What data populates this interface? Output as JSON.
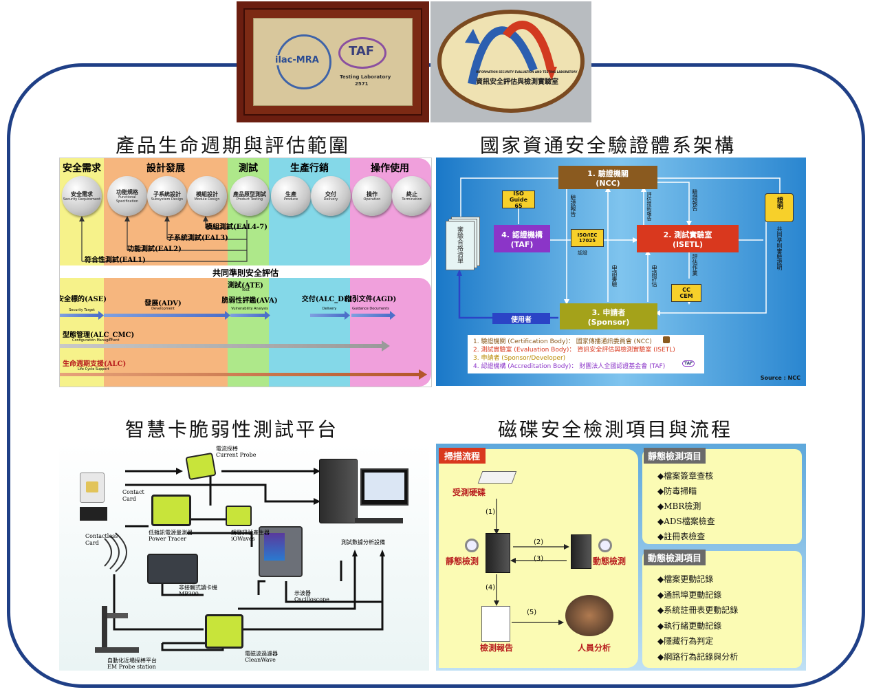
{
  "plaques": {
    "left": {
      "logo1": "ilac-MRA",
      "logo2": "TAF",
      "line1": "Testing Laboratory",
      "line2": "2571"
    },
    "right": {
      "line1": "INFORMATION SECURITY EVALUATION AND TESTING LABORATORY",
      "line2": "資訊安全評估與檢測實驗室"
    }
  },
  "sections": {
    "lifecycle_title": "產品生命週期與評估範圍",
    "nccarch_title": "國家資通安全驗證體系架構",
    "smartcard_title": "智慧卡脆弱性測試平台",
    "disk_title": "磁碟安全檢測項目與流程"
  },
  "lifecycle": {
    "phases": [
      "安全需求",
      "設計發展",
      "測試",
      "生產行銷",
      "操作使用"
    ],
    "circles": [
      {
        "zh": "安全需求",
        "en": "Security Requirement"
      },
      {
        "zh": "功能規格",
        "en": "Functional Specification"
      },
      {
        "zh": "子系統設計",
        "en": "Subsystem Design"
      },
      {
        "zh": "模組設計",
        "en": "Module Design"
      },
      {
        "zh": "產品原型測試",
        "en": "Product Testing"
      },
      {
        "zh": "生產",
        "en": "Produce"
      },
      {
        "zh": "交付",
        "en": "Delivery"
      },
      {
        "zh": "操作",
        "en": "Operation"
      },
      {
        "zh": "終止",
        "en": "Termination"
      }
    ],
    "eal": [
      "模組測試(EAL4-7)",
      "子系統測試(EAL3)",
      "功能測試(EAL2)",
      "符合性測試(EAL1)"
    ],
    "cc_title": "共同準則安全評估",
    "ate": {
      "zh": "測試(ATE)",
      "en": "Test"
    },
    "ase": {
      "zh": "安全標的(ASE)",
      "en": "Security Target"
    },
    "adv": {
      "zh": "發展(ADV)",
      "en": "Development"
    },
    "ava": {
      "zh": "脆弱性評鑑(AVA)",
      "en": "Vulnerability Analysis"
    },
    "alc_del": {
      "zh": "交付(ALC_DEL)",
      "en": "Delivery"
    },
    "agd": {
      "zh": "指引文件(AGD)",
      "en": "Guidance Documents"
    },
    "alc_cmc": {
      "zh": "型態管理(ALC_CMC)",
      "en": "Configuration Management"
    },
    "alc": {
      "zh": "生命週期支援(ALC)",
      "en": "Life Cycle Support"
    }
  },
  "ncc": {
    "ncc_box": {
      "zh": "1. 驗證機關",
      "en": "(NCC)"
    },
    "taf_box": {
      "zh": "4. 認證機構",
      "en": "(TAF)"
    },
    "isetl_box": {
      "zh": "2. 測試實驗室",
      "en": "(ISETL)"
    },
    "sponsor_box": {
      "zh": "3. 申請者",
      "en": "(Sponsor)"
    },
    "iso65": "ISO Guide 65",
    "iso17025": "ISO/IEC 17025",
    "cc_cem": "CC CEM",
    "user": "使用者",
    "cert_list": "審驗合格清單",
    "scroll": "證明",
    "labels": {
      "verify_report": "驗證報告",
      "eval_report": "評估技術報告",
      "verify_report2": "驗證報告",
      "accredit": "認證",
      "apply_review": "申請審驗",
      "apply_eval": "申請評估",
      "eval_work": "評估作業",
      "cc_cert": "共同準則審驗證明"
    },
    "legend": [
      "1. 驗證機關 (Certification Body)： 國家傳播通訊委員會 (NCC)",
      "2. 測試實驗室 (Evaluation Body)： 資訊安全評估與檢測實驗室 (ISETL)",
      "3. 申請者 (Sponsor/Developer)",
      "4. 認證機構 (Accreditation Body)： 財團法人全國認證基金會 (TAF)"
    ],
    "legend_colors": [
      "#8a5a1f",
      "#d9381e",
      "#b88a00",
      "#8b35c8"
    ],
    "taf_logo": "TAF",
    "source": "Source : NCC"
  },
  "smartcard": {
    "current_probe": [
      "電流探棒",
      "Current Probe"
    ],
    "contact_card": [
      "Contact",
      "Card"
    ],
    "contactless_card": [
      "Contactless",
      "Card"
    ],
    "power_tracer": [
      "低雜訊電源量測器",
      "Power Tracer"
    ],
    "iowaves": [
      "觸發訊號產生器",
      "iOWaves"
    ],
    "analysis": "測試數據分析設備",
    "mp300": [
      "非接觸式讀卡機",
      "MP300"
    ],
    "oscilloscope": [
      "示波器",
      "Oscilloscope"
    ],
    "cleanwave": [
      "電磁波過濾器",
      "CleanWave"
    ],
    "em_probe": [
      "自動化近場探棒平台",
      "EM Probe station"
    ]
  },
  "disk": {
    "scan_tag": "掃描流程",
    "target": "受測硬碟",
    "static": "靜態檢測",
    "dynamic": "動態檢測",
    "report": "檢測報告",
    "analyst": "人員分析",
    "steps": [
      "(1)",
      "(2)",
      "(3)",
      "(4)",
      "(5)"
    ],
    "static_title": "靜態檢測項目",
    "static_items": [
      "◆檔案簽章查核",
      "◆防毒掃瞄",
      "◆MBR檢測",
      "◆ADS檔案檢查",
      "◆註冊表檢查"
    ],
    "dynamic_title": "動態檢測項目",
    "dynamic_items": [
      "◆檔案更動記錄",
      "◆通訊埠更動記錄",
      "◆系統註冊表更動記錄",
      "◆執行緒更動記錄",
      "◆隱藏行為判定",
      "◆網路行為記錄與分析"
    ]
  }
}
